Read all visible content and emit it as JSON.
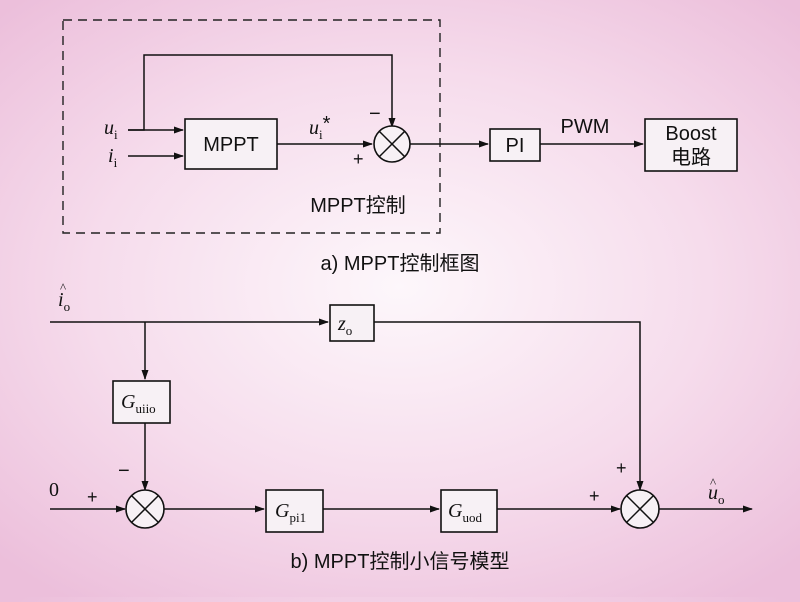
{
  "diagram_a": {
    "caption": "a) MPPT控制框图",
    "dashed_region_label": "MPPT控制",
    "inputs": [
      {
        "base": "u",
        "sub": "i"
      },
      {
        "base": "i",
        "sub": "i"
      }
    ],
    "mppt_block": "MPPT",
    "mppt_output": {
      "base": "u",
      "sub": "i",
      "sup": "*"
    },
    "sum_signs": {
      "top": "−",
      "left": "+"
    },
    "pi_block": "PI",
    "pwm_label": "PWM",
    "boost_block": {
      "line1": "Boost",
      "line2": "电路"
    }
  },
  "diagram_b": {
    "caption": "b) MPPT控制小信号模型",
    "input_top": {
      "base": "i",
      "sub": "o",
      "hat": "^"
    },
    "input_left": "0",
    "zo_block": {
      "base": "z",
      "sub": "o"
    },
    "guiio_block": {
      "base": "G",
      "sub": "uiio"
    },
    "gpi1_block": {
      "base": "G",
      "sub": "pi1"
    },
    "guod_block": {
      "base": "G",
      "sub": "uod"
    },
    "sum1_signs": {
      "top": "−",
      "left": "+"
    },
    "sum2_signs": {
      "top": "+",
      "left": "+"
    },
    "output": {
      "base": "u",
      "sub": "o",
      "hat": "^"
    }
  }
}
